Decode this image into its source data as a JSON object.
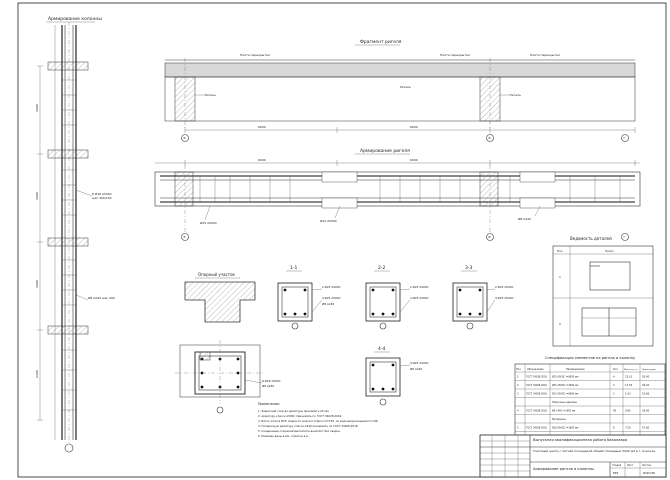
{
  "column": {
    "title": "Армирование колонны",
    "dims": [
      "3600",
      "3600",
      "3600",
      "2400"
    ],
    "notes": [
      "8 Ø18 A500С",
      "шаг 300/150",
      "Ø8 A240 шаг 200"
    ]
  },
  "beam_formwork": {
    "title": "Фрагмент ригеля",
    "labels": [
      "Ригель",
      "Плита перекрытия",
      "Ригель",
      "Плита перекрытия",
      "Ригель",
      "Плита перекрытия"
    ],
    "axes": [
      "Б",
      "В",
      "Г"
    ],
    "dims": [
      "6000",
      "6000"
    ]
  },
  "beam_reinforcement": {
    "title": "Армирование ригеля",
    "dims": [
      "6000",
      "6000"
    ],
    "notes": [
      "Ø25 A500С",
      "Ø12 A500С",
      "Ø8 A240"
    ],
    "axes": [
      "Б",
      "В",
      "Г"
    ]
  },
  "support_node": {
    "title": "Опорный участок"
  },
  "sections": [
    {
      "title": "1-1",
      "notes": [
        "2 Ø25 A500С",
        "4 Ø25 A500С",
        "Ø8 A240"
      ]
    },
    {
      "title": "2-2",
      "notes": [
        "2 Ø25 A500С",
        "4 Ø25 A500С"
      ]
    },
    {
      "title": "3-3",
      "notes": [
        "2 Ø25 A500С",
        "4 Ø25 A500С"
      ]
    },
    {
      "title": "4-4",
      "notes": [
        "4 Ø25 A500С",
        "Ø8 A240"
      ]
    }
  ],
  "plan_section": {
    "notes": [
      "8 Ø18 A500С",
      "Ø8 A240"
    ]
  },
  "bending_schedule": {
    "title": "Ведомость деталей",
    "headers": [
      "Поз.",
      "Эскиз"
    ],
    "rows": [
      "1",
      "2"
    ]
  },
  "spec_table": {
    "title": "Спецификация элементов на ригель и колонну",
    "headers": [
      "Поз.",
      "Обозначение",
      "Наименование",
      "Кол.",
      "Масса ед., кг",
      "Приме-чание"
    ],
    "rows": [
      [
        "1",
        "ГОСТ 34028-2016",
        "Ø25 A500С l=6000 мм",
        "4",
        "23,10",
        "92,40"
      ],
      [
        "2",
        "ГОСТ 34028-2016",
        "Ø25 A500С l=3000 мм",
        "4",
        "11,55",
        "46,20"
      ],
      [
        "3",
        "ГОСТ 34028-2016",
        "Ø12 A500С l=6000 мм",
        "2",
        "5,33",
        "10,66"
      ],
      [
        "",
        "",
        "Сборочные единицы",
        "",
        "",
        ""
      ],
      [
        "4",
        "ГОСТ 34028-2016",
        "Ø8 A240 l=1650 мм",
        "40",
        "0,65",
        "26,00"
      ],
      [
        "",
        "",
        "Материалы",
        "",
        "",
        ""
      ],
      [
        "5",
        "ГОСТ 34028-2016",
        "Ø18 A500С l=3600 мм",
        "8",
        "7,20",
        "57,60"
      ],
      [
        "6",
        "ГОСТ 34028-2016",
        "Ø8 A240 l=1200 мм",
        "24",
        "0,47",
        "11,28"
      ]
    ]
  },
  "notes_block": {
    "title": "Примечания:",
    "lines": [
      "1. Защитный слой до арматуры принимать 25 мм.",
      "2. Арматуру класса A500С принимать по ГОСТ 34028-2016.",
      "3. Бетон класса B25, марка по морозостойкости F150, по водонепроницаемости W6.",
      "4. Поперечную арматуру класса A240 принимать по ГОСТ 34028-2016.",
      "5. Соединение стержней выполнять внахлёст без сварки.",
      "6. Размеры даны в мм, отметки в м."
    ]
  },
  "title_block": {
    "project": "Выпускная квалификационная работа бакалавра",
    "object": "Торговый центр с летней площадкой общей площадью 5000 м2 в г. Ачинске",
    "sheet_name": "Армирование ригеля и колонны",
    "stage_label": "Стадия",
    "sheet_label": "Лист",
    "sheets_label": "Листов",
    "stage": "ВКР",
    "university": "ИСИ СФУ"
  }
}
